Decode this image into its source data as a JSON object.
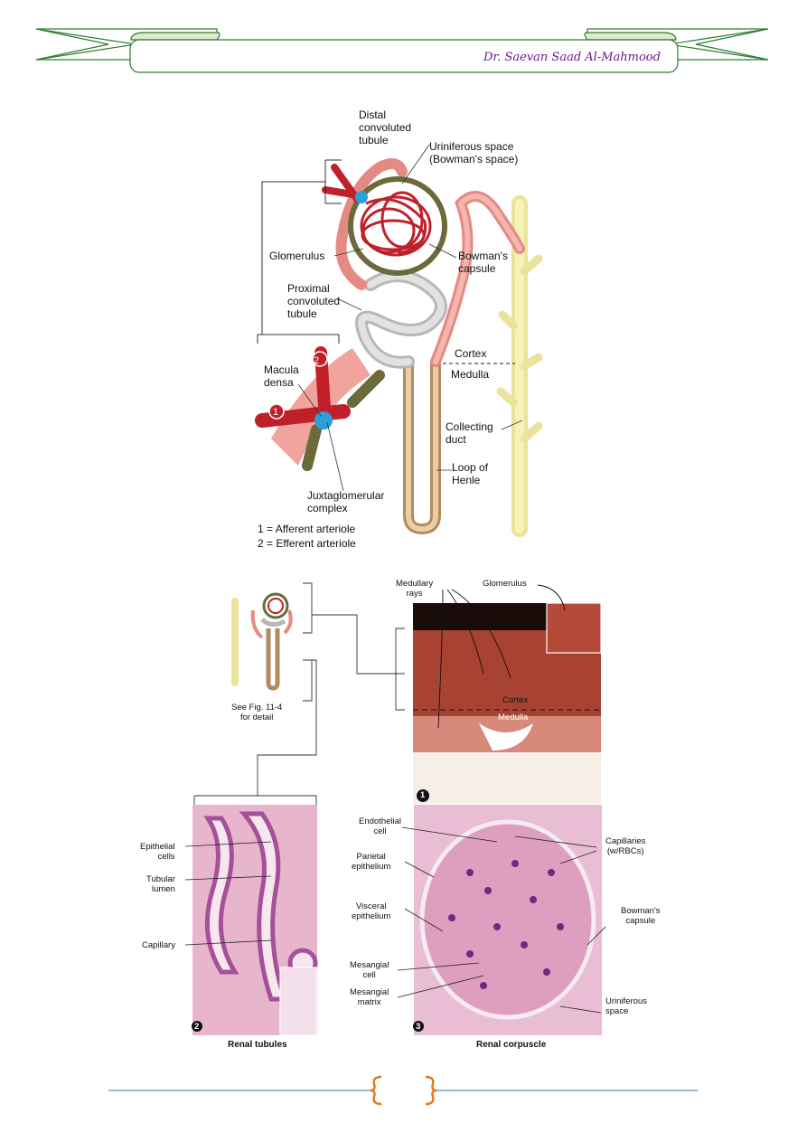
{
  "header": {
    "author": "Dr. Saevan Saad Al-Mahmood"
  },
  "figure1": {
    "labels": {
      "distal": "Distal\nconvoluted\ntubule",
      "uriniferous": "Uriniferous space\n(Bowman's space)",
      "glomerulus": "Glomerulus",
      "bowmans": "Bowman's\ncapsule",
      "proximal": "Proximal\nconvoluted\ntubule",
      "cortex": "Cortex",
      "medulla": "Medulla",
      "macula": "Macula\ndensa",
      "collecting": "Collecting\nduct",
      "loop": "Loop of\nHenle",
      "juxta": "Juxtaglomerular\ncomplex",
      "num1": "1",
      "num2": "2",
      "legend1": "1 = Afferent arteriole",
      "legend2": "2 = Efferent arteriole"
    }
  },
  "figure2": {
    "see_fig": "See Fig. 11-4\nfor detail",
    "medullary_rays": "Medullary\nrays",
    "glomerulus": "Glomerulus",
    "cortex": "Cortex",
    "medulla": "Medulla",
    "panel1": "1",
    "panel2": "2",
    "panel3": "3",
    "epithelial": "Epithelial\ncells",
    "tubular": "Tubular\nlumen",
    "capillary": "Capillary",
    "endothelial": "Endothelial\ncell",
    "parietal": "Parietal\nepithelium",
    "visceral": "Visceral\nepithelium",
    "mesangial_cell": "Mesangial\ncell",
    "mesangial_matrix": "Mesangial\nmatrix",
    "capillaries": "Capillaries\n(w/RBCs)",
    "bowmans": "Bowman's\ncapsule",
    "uriniferous": "Uriniferous\nspace",
    "caption_tubules": "Renal tubules",
    "caption_corpuscle": "Renal corpuscle"
  },
  "footer": {
    "page_number": ""
  }
}
